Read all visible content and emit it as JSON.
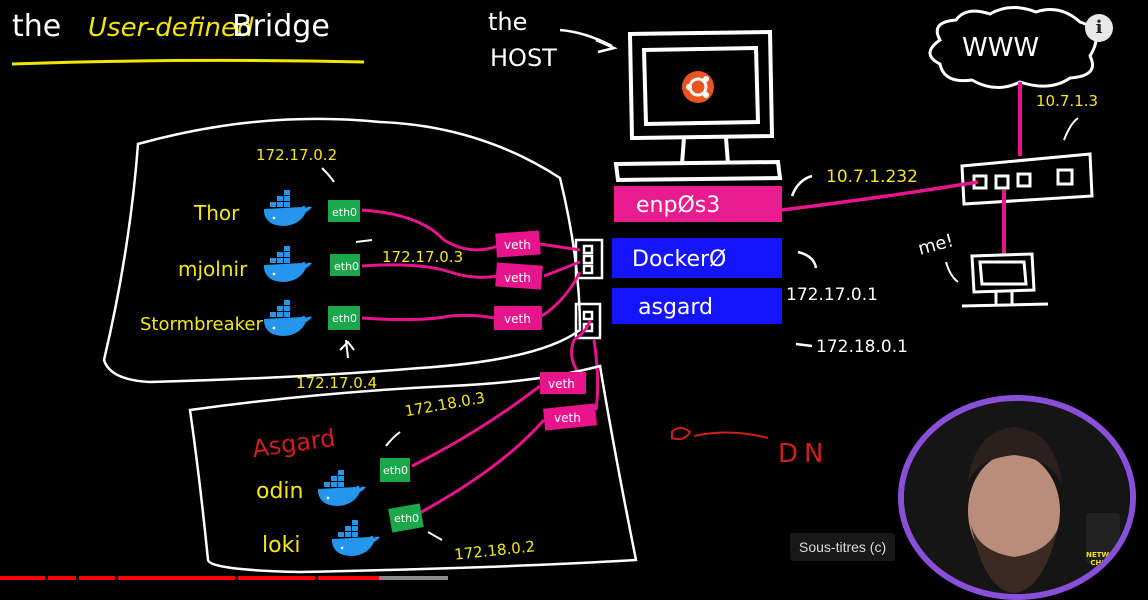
{
  "title": {
    "prefix": "the",
    "highlight": "User-defined",
    "suffix": "Bridge"
  },
  "host_label": [
    "the",
    "HOST"
  ],
  "internet": {
    "label": "WWW",
    "gateway_ip": "10.7.1.3"
  },
  "me_label": "me!",
  "host_interfaces": [
    {
      "label": "enpØs3",
      "ip": "10.7.1.232",
      "color": "#e81c8e"
    },
    {
      "label": "DockerØ",
      "ip": "172.17.0.1",
      "color": "#1414ff"
    },
    {
      "label": "asgard",
      "ip": "172.18.0.1",
      "color": "#1414ff"
    }
  ],
  "default_network": {
    "containers": [
      {
        "name": "Thor",
        "ip": "172.17.0.2",
        "nic": "eth0",
        "veth": "veth"
      },
      {
        "name": "mjolnir",
        "ip": "172.17.0.3",
        "nic": "eth0",
        "veth": "veth"
      },
      {
        "name": "Stormbreaker",
        "ip": "172.17.0.4",
        "nic": "eth0",
        "veth": "veth"
      }
    ]
  },
  "asgard_network": {
    "label": "Asgard",
    "containers": [
      {
        "name": "odin",
        "ip": "172.18.0.3",
        "nic": "eth0",
        "veth": "veth"
      },
      {
        "name": "loki",
        "ip": "172.18.0.2",
        "nic": "eth0",
        "veth": "veth"
      }
    ]
  },
  "dns_label": "DN",
  "player": {
    "info_icon": "i",
    "captions_badge": "Sous-titres (c)",
    "progress_played": 0.33,
    "progress_buffered": 0.39,
    "channel_logo": "NETWORK CHUCK"
  },
  "colors": {
    "title_highlight": "#f2e600",
    "label_yellow": "#f5e61a",
    "cable": "#e8148c",
    "eth_green": "#1aa84a",
    "asgard_red": "#d01e1e",
    "progress_red": "#ff0000",
    "cam_ring": "#8a4fd8"
  },
  "icons": [
    "docker-whale-icon",
    "ubuntu-logo-icon",
    "info-icon",
    "monitor-icon",
    "switch-icon",
    "cloud-icon"
  ]
}
